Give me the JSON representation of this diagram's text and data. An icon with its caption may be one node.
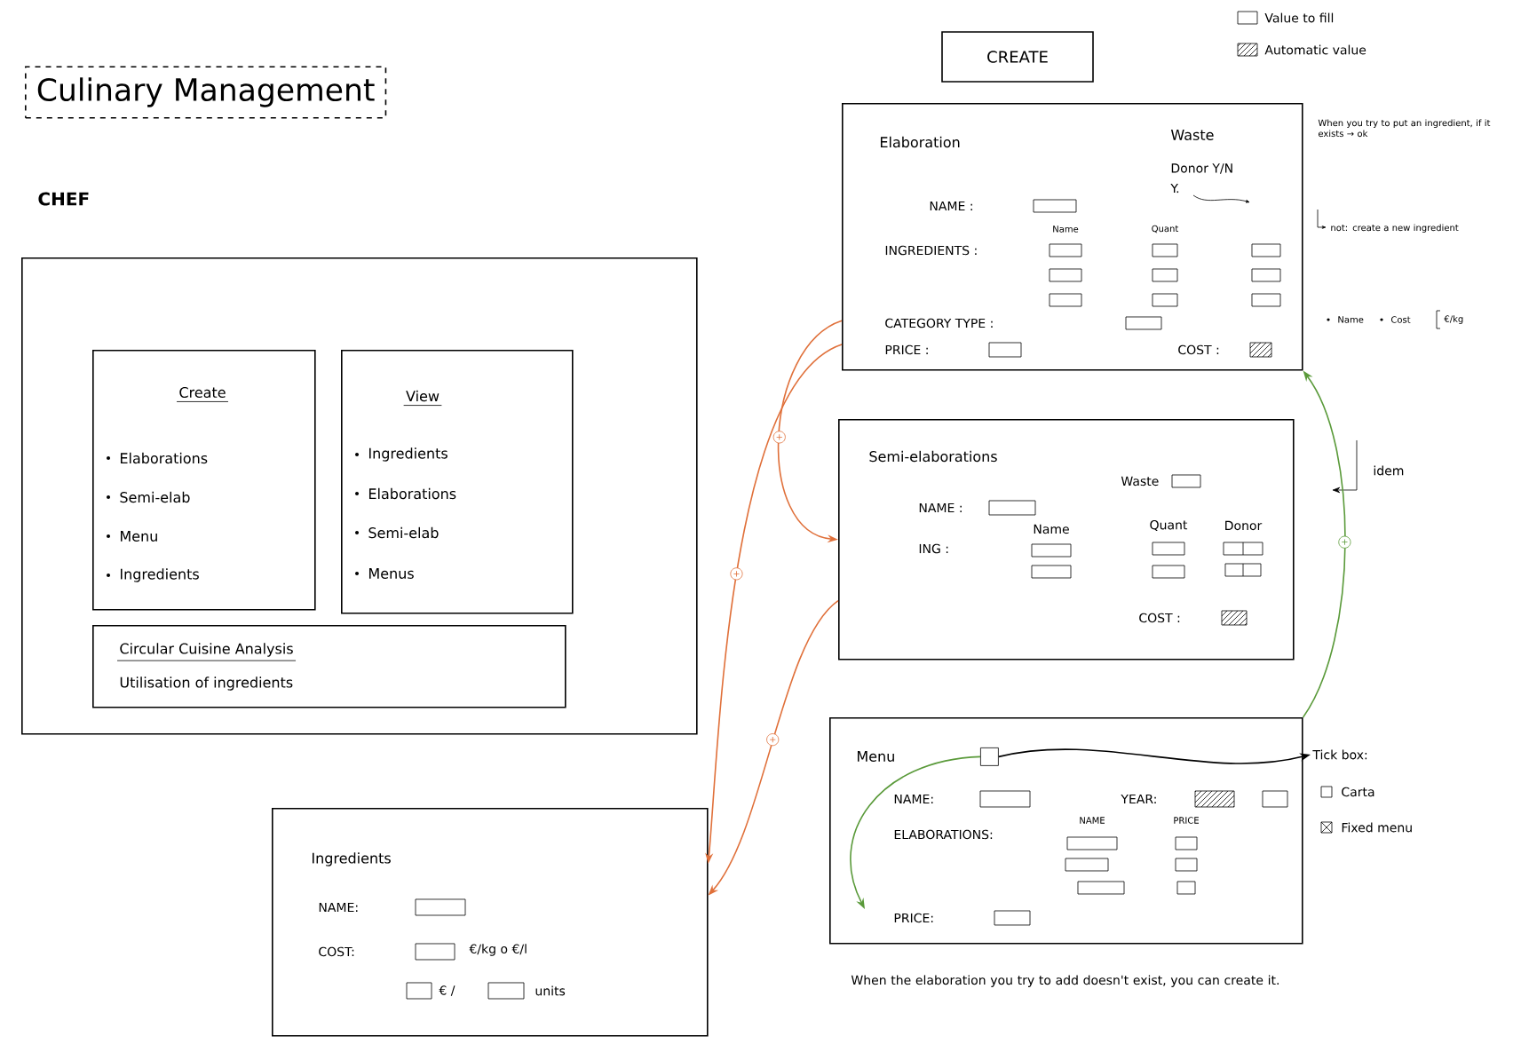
{
  "diagram": {
    "title": "Culinary Management",
    "nodes": [
      {
        "text": [],
        "shape": "box"
      },
      {
        "text": [
          "Create",
          "Elaborations",
          "Semi-elab",
          "Menu",
          "Ingredients"
        ],
        "in": 0
      },
      {
        "text": [
          "View",
          "Ingredients",
          "Elaborations",
          "Semi-elab",
          "Menus"
        ],
        "in": 0
      },
      {
        "text": [
          "Circular Cuisine Analysis",
          "Utilisation of ingredients"
        ],
        "in": 0
      },
      {
        "text": [
          "CREATE"
        ]
      },
      {
        "text": [
          "Elaboration",
          "Waste",
          "Donor Y/N",
          "Y.",
          "NAME :",
          "Name",
          "Quant",
          "INGREDIENTS :",
          "CATEGORY TYPE :",
          "PRICE :",
          "COST :"
        ]
      },
      {
        "text": [
          "Semi-elaborations",
          "Waste",
          "NAME :",
          "Name",
          "Quant",
          "Donor",
          "ING :",
          "COST :"
        ]
      },
      {
        "text": [
          "Menu",
          "NAME:",
          "YEAR:",
          "ELABORATIONS:",
          "NAME",
          "PRICE",
          "PRICE:"
        ]
      },
      {
        "text": [],
        "shape": "box",
        "in": 7
      },
      {
        "text": [
          "Tick box:"
        ]
      },
      {
        "text": [
          "Ingredients",
          "NAME:",
          "COST:",
          "€/kg o €/l",
          "€ /",
          "units"
        ]
      }
    ],
    "edges": [
      {
        "from": 5,
        "to": 6,
        "arrow": "to",
        "label": "+",
        "color": "#e0703a"
      },
      {
        "from": 5,
        "to": 10,
        "arrow": "to",
        "label": "+",
        "color": "#e0703a"
      },
      {
        "from": 6,
        "to": 10,
        "arrow": "to",
        "label": "+",
        "color": "#e0703a"
      },
      {
        "from": 7,
        "to": 5,
        "arrow": "to",
        "label": "+",
        "color": "#5a9a3a"
      },
      {
        "from": 8,
        "to": 9,
        "arrow": "to",
        "color": "#000000"
      },
      {
        "from": 8,
        "to": null,
        "arrow": "to",
        "color": "#5a9a3a"
      }
    ],
    "labels": [
      "CHEF",
      "When you try to put an ingredient, if it exists → ok",
      "not: create a new ingredient",
      "Name",
      "Cost",
      "€/kg",
      "idem",
      "Carta",
      "Fixed menu",
      "When the elaboration you try to add doesn't exist, you can create it."
    ],
    "legend": [
      {
        "text": "Value to fill"
      },
      {
        "text": "Automatic value"
      }
    ]
  }
}
